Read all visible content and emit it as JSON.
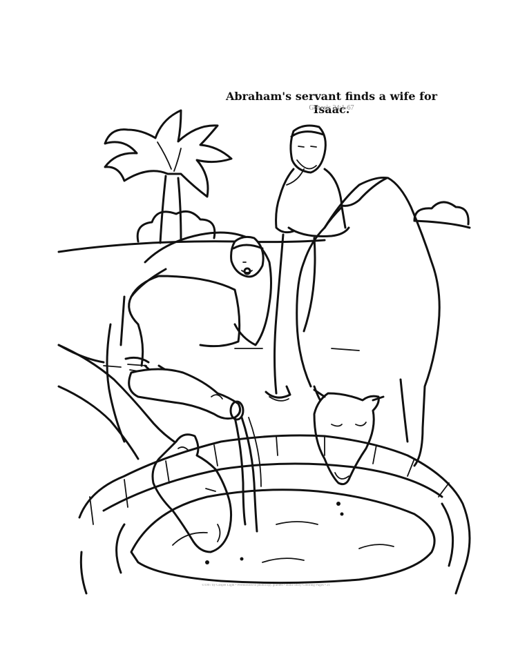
{
  "page": {
    "title": "Abraham's servant finds a wife for Isaac.",
    "reference": "Genesis 24:1-67",
    "copyright": "©1997 by Gospel Light • Permission to photocopy granted • Bible Story Coloring Pages • 21"
  },
  "illustration": {
    "subjects": [
      "palm-tree",
      "servant",
      "rebekah",
      "camel-standing",
      "camel-drinking",
      "well",
      "water-jar",
      "water"
    ]
  },
  "colors": {
    "ink": "#111111",
    "paper": "#ffffff"
  }
}
